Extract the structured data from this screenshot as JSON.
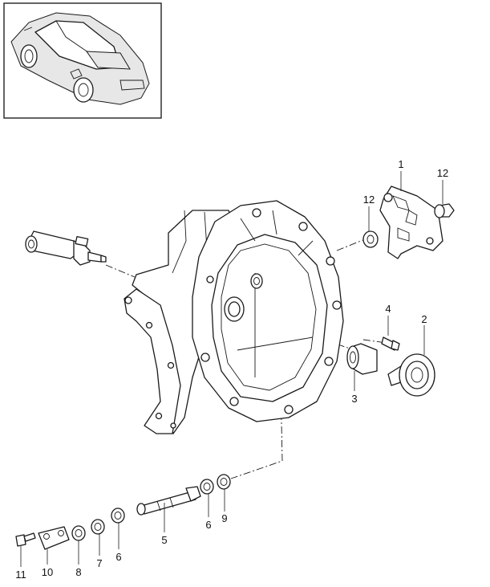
{
  "callouts": {
    "c1": "1",
    "c2": "2",
    "c3": "3",
    "c4": "4",
    "c5": "5",
    "c6a": "6",
    "c6b": "6",
    "c7": "7",
    "c8": "8",
    "c9": "9",
    "c10": "10",
    "c11": "11",
    "c12a": "12",
    "c12b": "12"
  },
  "icons": {
    "vehicle": "sports-car-thumbnail",
    "housing": "transmission-bell-housing",
    "slave_cylinder": "clutch-slave-cylinder"
  }
}
